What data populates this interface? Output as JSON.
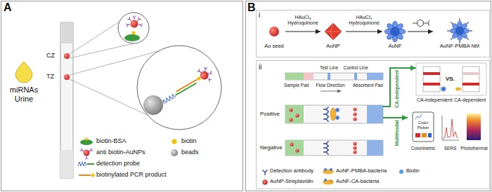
{
  "diagram": {
    "nodes": [
      {
        "text": [
          "A"
        ]
      },
      {
        "text": [
          "miRNAs Urine"
        ],
        "in": 0
      },
      {
        "text": [
          "CZ",
          "TZ"
        ],
        "in": 0
      },
      {
        "text": [
          "B"
        ]
      },
      {
        "text": [
          "i"
        ],
        "in": 3
      },
      {
        "text": [
          "Au seed"
        ],
        "in": 4
      },
      {
        "text": [
          "AuNP"
        ],
        "in": 4
      },
      {
        "text": [
          "AuNF"
        ],
        "in": 4
      },
      {
        "text": [
          "AuNF-PMBA NM"
        ],
        "in": 4
      },
      {
        "text": [
          "ii"
        ],
        "in": 3
      },
      {
        "text": [
          "Test Line",
          "Control Line",
          "Sample Pad",
          "Flow Direction",
          "Absorbent Pad"
        ],
        "in": 9
      },
      {
        "text": [
          "Positive"
        ],
        "in": 9
      },
      {
        "text": [
          "Negative"
        ],
        "in": 9
      },
      {
        "text": [
          "CA-independent",
          "VS.",
          "CA-dependent"
        ],
        "in": 9
      },
      {
        "text": [
          "Color Picker",
          "Colorimetric"
        ],
        "in": 9
      },
      {
        "text": [
          "SERS"
        ],
        "in": 9
      },
      {
        "text": [
          "Photothermal"
        ],
        "in": 9
      }
    ],
    "edges": [
      {
        "from": 5,
        "to": 6,
        "label": "HAuCl₄ Hydroquinone",
        "arrow": "to"
      },
      {
        "from": 6,
        "to": 7,
        "label": "HAuCl₄ Hydroquinone",
        "arrow": "to"
      },
      {
        "from": 7,
        "to": 8,
        "arrow": "to"
      },
      {
        "from": 11,
        "to": 13,
        "label": "CA-independent",
        "arrow": "to"
      },
      {
        "from": 11,
        "to": 14,
        "label": "Multimodal",
        "arrow": "to"
      }
    ],
    "legend": [
      {
        "text": "biotin-BSA"
      },
      {
        "text": "biotin"
      },
      {
        "text": "anti biotin-AuNPs"
      },
      {
        "text": "beads"
      },
      {
        "text": "detection probe"
      },
      {
        "text": "biotinylated PCR product"
      },
      {
        "text": "Detection antibody"
      },
      {
        "text": "AuNF-PMBA-bacteria"
      },
      {
        "text": "Biotin"
      },
      {
        "text": "AuNP-Streptavidin"
      },
      {
        "text": "AuNF-CA-bacteria"
      }
    ]
  }
}
